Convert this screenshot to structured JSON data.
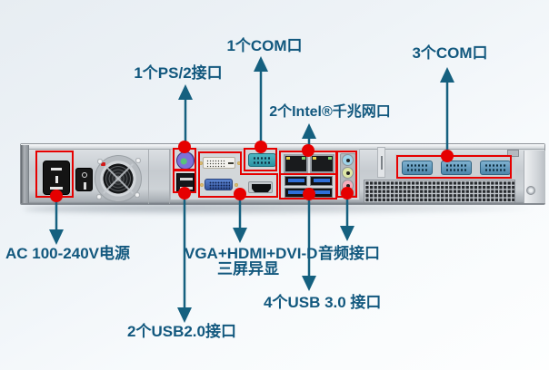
{
  "colors": {
    "callout_text": "#12587e",
    "callout_line": "#15607f",
    "highlight_red": "#e60000"
  },
  "callouts": {
    "ps2": {
      "label": "1个PS/2接口"
    },
    "com1": {
      "label": "1个COM口"
    },
    "com3": {
      "label": "3个COM口"
    },
    "lan": {
      "label": "2个Intel®千兆网口"
    },
    "power": {
      "label": "AC 100-240V电源"
    },
    "display": {
      "label_line1": "VGA+HDMI+DVI-D",
      "label_line2": "三屏异显"
    },
    "audio": {
      "label": "音频接口"
    },
    "usb3": {
      "label": "4个USB 3.0 接口"
    },
    "usb2": {
      "label": "2个USB2.0接口"
    }
  }
}
